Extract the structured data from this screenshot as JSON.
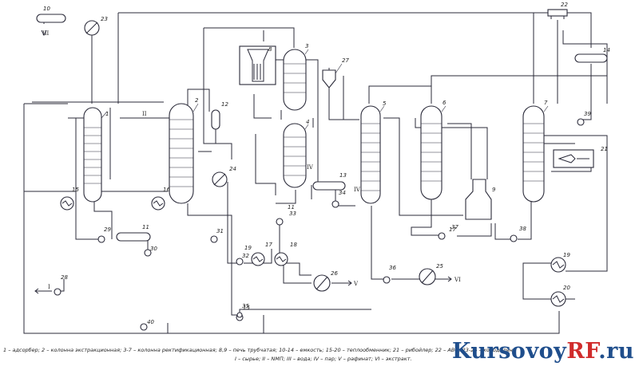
{
  "diagram": {
    "labels": {
      "l1": "1",
      "l2": "2",
      "l3": "3",
      "l4": "4",
      "l5": "5",
      "l6": "6",
      "l7": "7",
      "l8a": "8",
      "l8b": "8",
      "l9": "9",
      "l10": "10",
      "l11": "11",
      "l12": "12",
      "l13": "13",
      "l14": "14",
      "l15a": "15",
      "l15b": "15",
      "l16": "16",
      "l17a": "17",
      "l17b": "17",
      "l18": "18",
      "l19a": "19",
      "l19b": "19",
      "l20": "20",
      "l21": "21",
      "l22": "22",
      "l23": "23",
      "l24": "24",
      "l25": "25",
      "l26": "26",
      "l27": "27",
      "l28": "28",
      "l29": "29",
      "l30": "30",
      "l31": "31",
      "l32": "32",
      "l33": "33",
      "l34": "34",
      "l35": "35",
      "l36": "36",
      "l37": "37",
      "l38": "38",
      "l39": "39",
      "l40": "40",
      "l11b": "11"
    },
    "streams": {
      "s_I": "I",
      "s_II": "II",
      "s_III": "III",
      "s_IV": "IV",
      "s_IVb": "IV",
      "s_V": "V",
      "s_VI": "VI"
    }
  },
  "legend": {
    "line1": "1 – адсорбер; 2 – колонна экстракционная; 3-7 – колонна ректификационная; 8,9 – печь трубчатая; 10-14 – емкость; 15-20 – теплообменник; 21 – рибойлер; 22 – АВО; 23-26 – холодильник; 27-40 – насос.",
    "line2": "I – сырье; II – NMП; III – вода; IV – пар; V – рафинат; VI – экстракт."
  },
  "watermark": {
    "part1": "Kursovoy",
    "part2": "RF",
    "part3": ".ru"
  }
}
